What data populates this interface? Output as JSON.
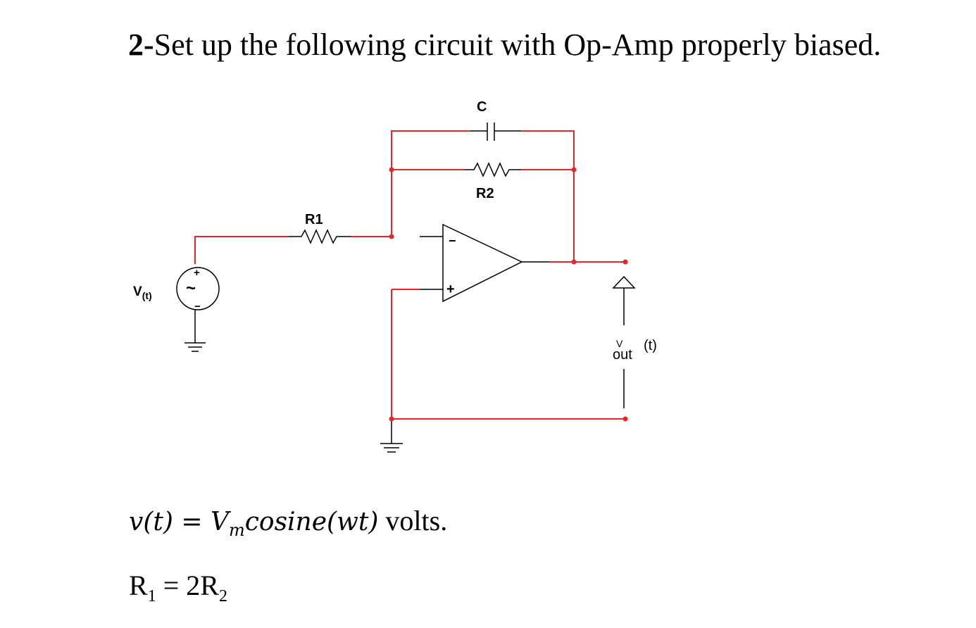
{
  "question": {
    "number": "2-",
    "text": "Set up the following circuit with Op-Amp properly biased."
  },
  "circuit": {
    "source_label": "V",
    "source_label_sub": "(t)",
    "source_plus": "+",
    "source_minus": "−",
    "source_tilde": "~",
    "r1_label": "R1",
    "r2_label": "R2",
    "c_label": "C",
    "opamp_minus": "−",
    "opamp_plus": "+",
    "vout_label": "V",
    "vout_label_sub": "out",
    "vout_label_suffix": "(t)",
    "wire_color": "#e8262a",
    "node_color": "#e8262a"
  },
  "equation": {
    "lhs": "v(t)",
    "equals": " = ",
    "v": "V",
    "v_sub": "m",
    "func": "cosine(wt)",
    "unit": " volts."
  },
  "relation": {
    "r": "R",
    "r1_sub": "1",
    "eq": " = 2R",
    "r2_sub": "2"
  }
}
